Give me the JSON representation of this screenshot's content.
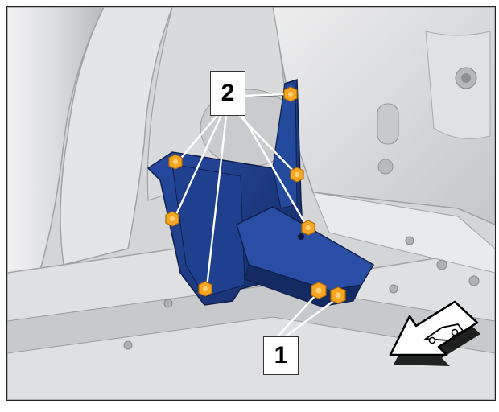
{
  "callouts": [
    {
      "id": "1",
      "label": "1"
    },
    {
      "id": "2",
      "label": "2"
    }
  ],
  "colors": {
    "background": "#cfd1d3",
    "body_panel": "#e6e7e8",
    "panel_shadow": "#9fa2a5",
    "bracket": "#1f3f8f",
    "bracket_dark": "#142a63",
    "bolt": "#f5a623",
    "bolt_edge": "#b86e00",
    "leader": "#ffffff"
  },
  "icons": [
    "vehicle-direction-arrow-icon"
  ]
}
